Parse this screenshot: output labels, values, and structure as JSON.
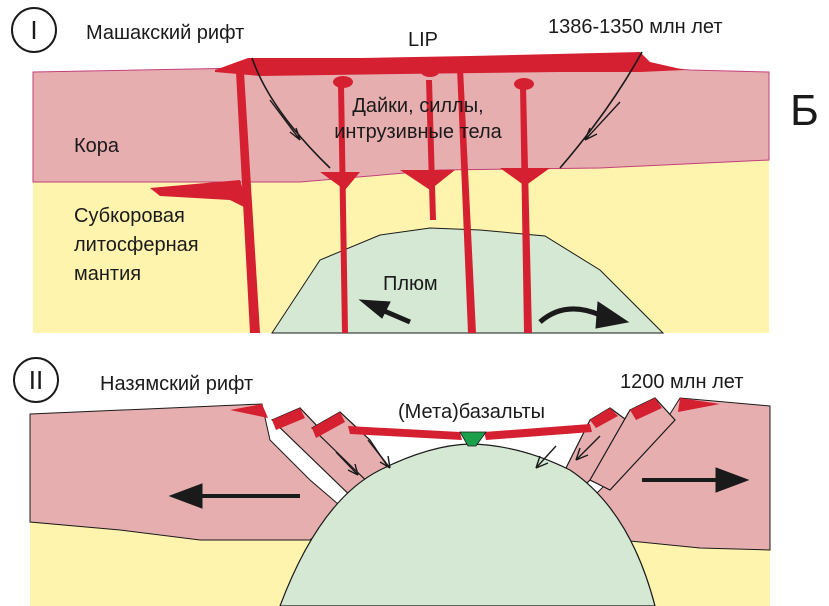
{
  "panel_letter": "Б",
  "panel_I": {
    "number": "I",
    "rift_label": "Машакский рифт",
    "lip_label": "LIP",
    "age_label": "1386-1350 млн лет",
    "dikes_label_line1": "Дайки, силлы,",
    "dikes_label_line2": "интрузивные тела",
    "crust_label": "Кора",
    "mantle_label_line1": "Субкоровая",
    "mantle_label_line2": "литосферная",
    "mantle_label_line3": "мантия",
    "plume_label": "Плюм"
  },
  "panel_II": {
    "number": "II",
    "rift_label": "Назямский рифт",
    "age_label": "1200 млн лет",
    "basalts_label": "(Мета)базальты"
  },
  "colors": {
    "crust": "#e7aeb0",
    "mantle": "#fff4ad",
    "plume": "#d5e8d4",
    "magma": "#d42030",
    "metabasalt": "#1aa04a",
    "outline": "#1a1a1a"
  }
}
